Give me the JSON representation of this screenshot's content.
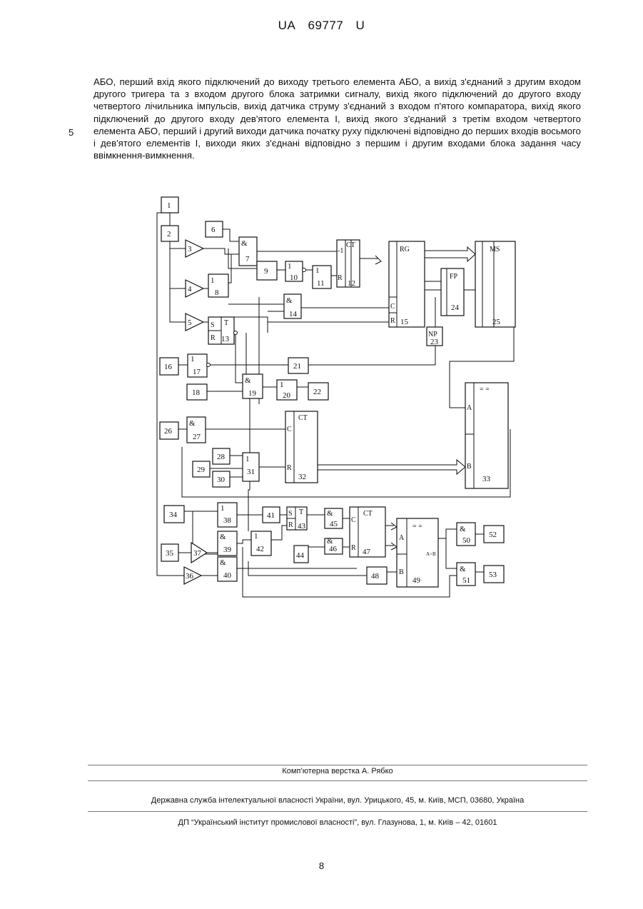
{
  "header": {
    "country": "UA",
    "number": "69777",
    "kind": "U"
  },
  "body": {
    "line_number": "5",
    "paragraph": "АБО, перший вхід якого підключений до виходу третього елемента АБО, а вихід з'єднаний з другим входом другого тригера та з входом другого блока затримки сигналу, вихід якого підключений до другого входу четвертого лічильника імпульсів, вихід датчика струму з'єднаний з входом п'ятого компаратора, вихід якого підключений до другого входу дев'ятого елемента І, вихід якого з'єднаний з третім входом четвертого елемента АБО, перший і другий виходи датчика початку руху підключені відповідно до перших входів восьмого і дев'ятого елементів І, виходи яких з'єднані відповідно з першим і другим входами блока задання часу ввімкнення-вимкнення."
  },
  "diagram": {
    "blocks": {
      "b1": "1",
      "b2": "2",
      "b3": "3",
      "b4": "4",
      "b5": "5",
      "b6": "6",
      "b7": "7",
      "b8": "8",
      "b9": "9",
      "b10": "10",
      "b11": "11",
      "b12": "12",
      "b13": "13",
      "b14": "14",
      "b15": "15",
      "b16": "16",
      "b17": "17",
      "b18": "18",
      "b19": "19",
      "b20": "20",
      "b21": "21",
      "b22": "22",
      "b23": "23",
      "b24": "24",
      "b25": "25",
      "b26": "26",
      "b27": "27",
      "b28": "28",
      "b29": "29",
      "b30": "30",
      "b31": "31",
      "b32": "32",
      "b33": "33",
      "b34": "34",
      "b35": "35",
      "b36": "36",
      "b37": "37",
      "b38": "38",
      "b39": "39",
      "b40": "40",
      "b41": "41",
      "b42": "42",
      "b43": "43",
      "b44": "44",
      "b45": "45",
      "b46": "46",
      "b47": "47",
      "b48": "48",
      "b49": "49",
      "b50": "50",
      "b51": "51",
      "b52": "52",
      "b53": "53"
    },
    "symbols": {
      "and": "&",
      "or": "1",
      "ct": "CT",
      "rg": "RG",
      "ms": "MS",
      "fp": "FP",
      "np": "NP",
      "t": "T",
      "s": "S",
      "r": "R",
      "c": "C",
      "a": "A",
      "b": "B",
      "eq": "= =",
      "agtb": "A>B",
      "minus1": "-1"
    }
  },
  "footer": {
    "layout_credit": "Комп’ютерна верстка А. Рябко",
    "agency": "Державна служба інтелектуальної власності України, вул. Урицького, 45, м. Київ, МСП, 03680, Україна",
    "institute": "ДП “Український інститут промислової власності”, вул. Глазунова, 1, м. Київ – 42, 01601",
    "page_number": "8"
  }
}
